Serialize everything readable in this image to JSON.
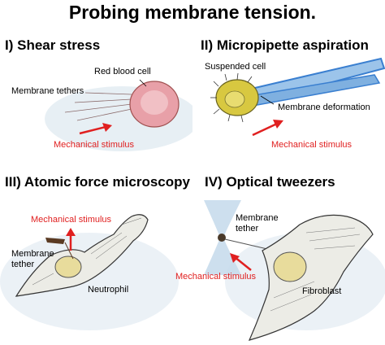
{
  "title": "Probing membrane tension.",
  "panels": [
    {
      "heading": "I) Shear stress",
      "labels": {
        "cell": "Red blood cell",
        "tethers": "Membrane tethers",
        "stimulus": "Mechanical stimulus"
      }
    },
    {
      "heading": "II) Micropipette aspiration",
      "labels": {
        "cell": "Suspended cell",
        "deformation": "Membrane deformation",
        "stimulus": "Mechanical stimulus"
      }
    },
    {
      "heading": "III) Atomic force microscopy",
      "labels": {
        "stimulus": "Mechanical stimulus",
        "tether_line1": "Membrane",
        "tether_line2": "tether",
        "cell": "Neutrophil"
      }
    },
    {
      "heading": "IV) Optical tweezers",
      "labels": {
        "tether_line1": "Membrane",
        "tether_line2": "tether",
        "stimulus": "Mechanical stimulus",
        "cell": "Fibroblast"
      }
    }
  ],
  "colors": {
    "arrow": "#e02020",
    "rbc": "#e8a0a8",
    "pipette": "#3a7fd0",
    "suspended_cell": "#d8c840",
    "wash": "#c8dcec"
  }
}
